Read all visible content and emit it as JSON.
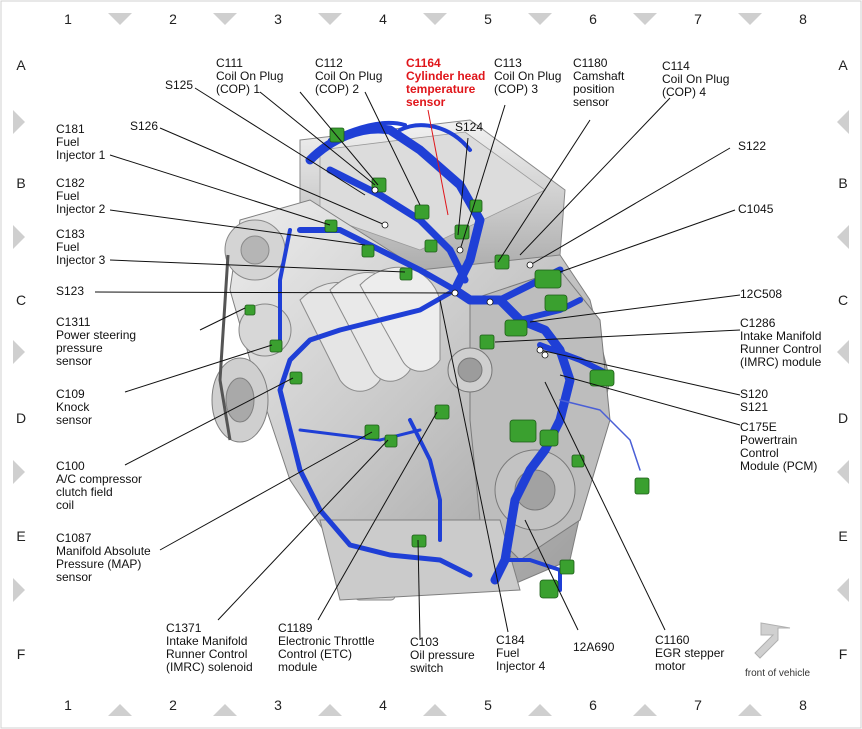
{
  "grid": {
    "columns": [
      "1",
      "2",
      "3",
      "4",
      "5",
      "6",
      "7",
      "8"
    ],
    "rows": [
      "A",
      "B",
      "C",
      "D",
      "E",
      "F"
    ]
  },
  "labels": {
    "c111": "C111\nCoil On Plug\n(COP) 1",
    "c112": "C112\nCoil On Plug\n(COP) 2",
    "c1164": "C1164\nCylinder head\ntemperature\nsensor",
    "c113": "C113\nCoil On Plug\n(COP) 3",
    "c1180": "C1180\nCamshaft\nposition\nsensor",
    "c114": "C114\nCoil On Plug\n(COP) 4",
    "s125": "S125",
    "s126": "S126",
    "s124": "S124",
    "s122": "S122",
    "c181": "C181\nFuel\nInjector 1",
    "c182": "C182\nFuel\nInjector 2",
    "c183": "C183\nFuel\nInjector 3",
    "c1045": "C1045",
    "s123": "S123",
    "c12c508": "12C508",
    "c1311": "C1311\nPower steering\npressure\nsensor",
    "c1286": "C1286\nIntake Manifold\nRunner Control\n(IMRC) module",
    "c109": "C109\nKnock\nsensor",
    "s120": "S120",
    "s121": "S121",
    "c175e": "C175E\nPowertrain\nControl\nModule (PCM)",
    "c100": "C100\nA/C compressor\nclutch field\ncoil",
    "c1087": "C1087\nManifold Absolute\nPressure (MAP)\nsensor",
    "c1371": "C1371\nIntake Manifold\nRunner Control\n(IMRC) solenoid",
    "c1189": "C1189\nElectronic Throttle\nControl (ETC)\nmodule",
    "c103": "C103\nOil pressure\nswitch",
    "c184": "C184\nFuel\nInjector 4",
    "c12a690": "12A690",
    "c1160": "C1160\nEGR stepper\nmotor",
    "front": "front of vehicle"
  },
  "colors": {
    "harness": "#1f3fd6",
    "harness_dark": "#0d1f8a",
    "connector": "#3aa02f",
    "highlight_label": "#e0161b",
    "engine": "#c9c9c9",
    "frame_triangle": "#cfcfcf"
  },
  "icons": {
    "front_arrow": "arrow-down-left-icon"
  }
}
